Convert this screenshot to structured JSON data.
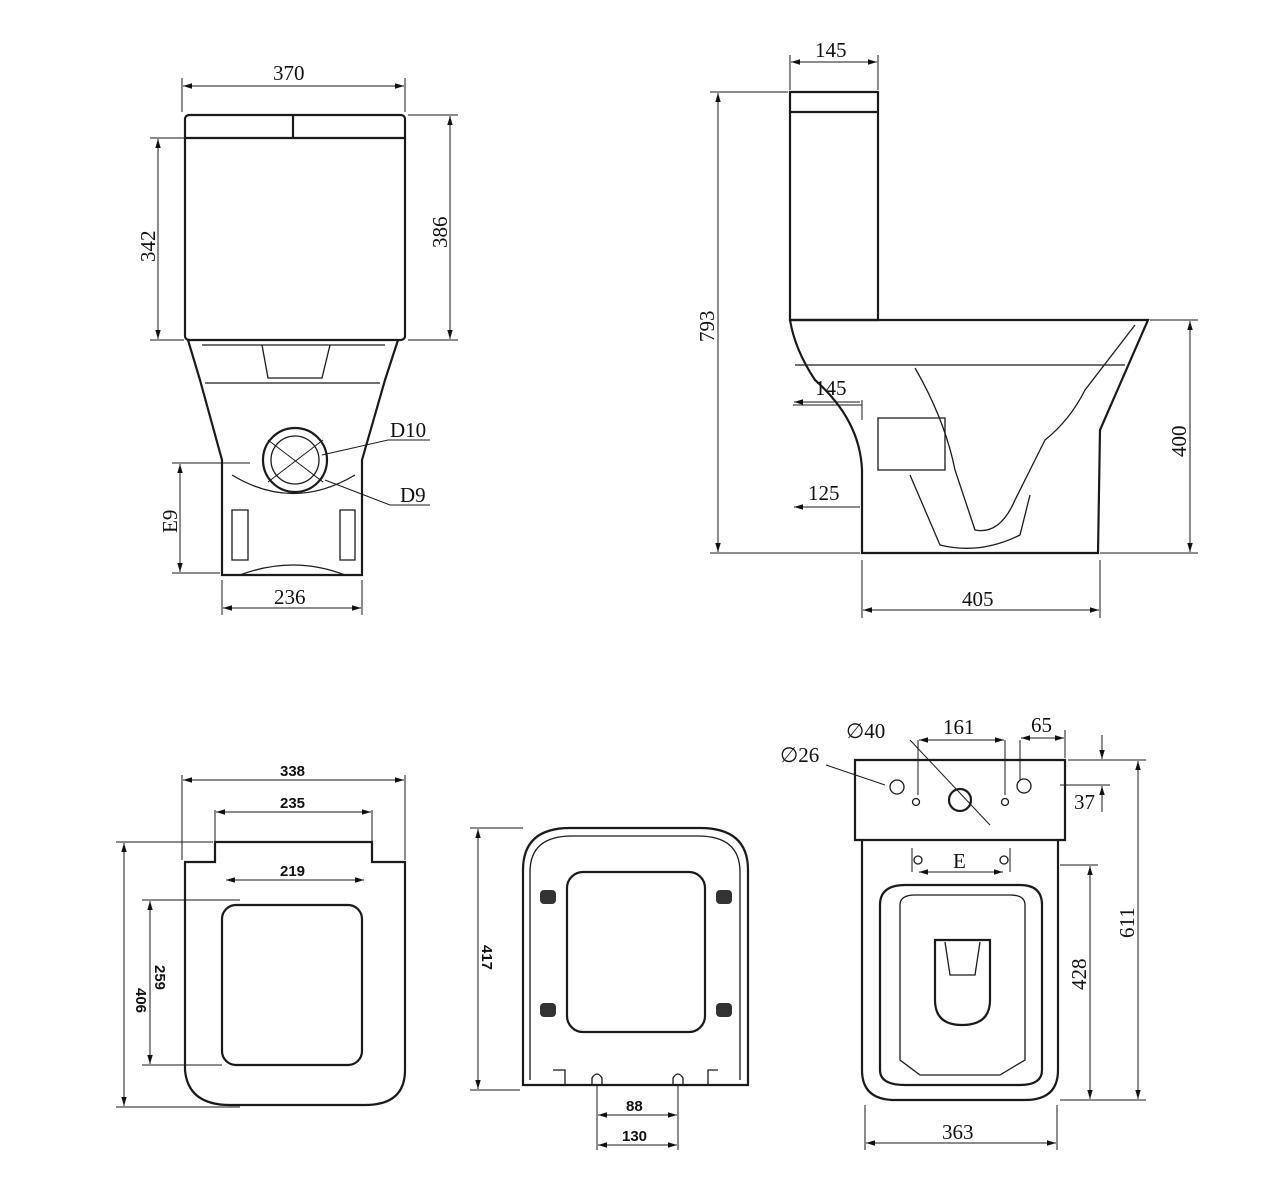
{
  "front_view": {
    "width_total": "370",
    "tank_height": "342",
    "tank_height_with_lid": "386",
    "inlet_outer": "D10",
    "inlet_inner": "D9",
    "inlet_height": "E9",
    "base_width": "236"
  },
  "side_view": {
    "tank_depth": "145",
    "total_height": "793",
    "rim_height": "400",
    "offset_upper": "145",
    "offset_lower": "125",
    "base_depth": "405"
  },
  "seat_view": {
    "width_total": "338",
    "hinge_span": "235",
    "inner_width": "219",
    "length_total": "406",
    "inner_length": "259"
  },
  "seat_underside_view": {
    "length": "417",
    "hinge_inner": "88",
    "hinge_outer": "130"
  },
  "top_view": {
    "hole_large": "∅40",
    "hole_small": "∅26",
    "hole_spacing": "161",
    "side_offset": "65",
    "edge_offset": "37",
    "fixing_spacing": "E",
    "total_depth": "611",
    "bowl_depth": "428",
    "width": "363"
  }
}
